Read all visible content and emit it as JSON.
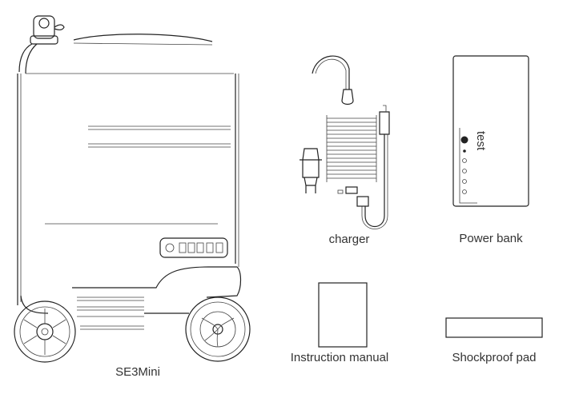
{
  "items": [
    {
      "id": "scooter",
      "label": "SE3Mini"
    },
    {
      "id": "charger",
      "label": "charger"
    },
    {
      "id": "power-bank",
      "label": "Power bank",
      "indicator_text": "test"
    },
    {
      "id": "manual",
      "label": "Instruction manual"
    },
    {
      "id": "pad",
      "label": "Shockproof pad"
    }
  ]
}
